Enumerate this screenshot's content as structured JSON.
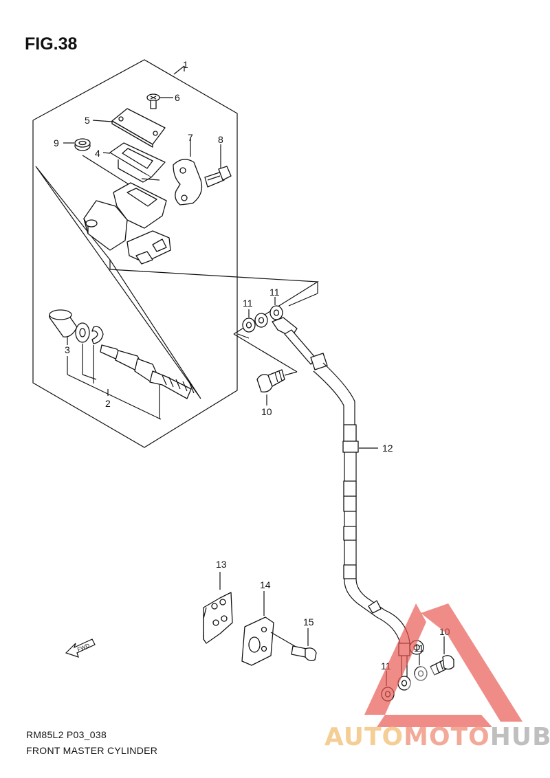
{
  "figure": {
    "title": "FIG.38",
    "model_code": "RM85L2 P03_038",
    "assembly_name": "FRONT MASTER CYLINDER"
  },
  "callouts": [
    {
      "id": "1",
      "label": "1"
    },
    {
      "id": "2",
      "label": "2"
    },
    {
      "id": "3",
      "label": "3"
    },
    {
      "id": "4",
      "label": "4"
    },
    {
      "id": "5",
      "label": "5"
    },
    {
      "id": "6",
      "label": "6"
    },
    {
      "id": "7",
      "label": "7"
    },
    {
      "id": "8",
      "label": "8"
    },
    {
      "id": "9",
      "label": "9"
    },
    {
      "id": "10a",
      "label": "10"
    },
    {
      "id": "10b",
      "label": "10"
    },
    {
      "id": "11a",
      "label": "11"
    },
    {
      "id": "11b",
      "label": "11"
    },
    {
      "id": "11c",
      "label": "11"
    },
    {
      "id": "11d",
      "label": "11"
    },
    {
      "id": "12",
      "label": "12"
    },
    {
      "id": "13",
      "label": "13"
    },
    {
      "id": "14",
      "label": "14"
    },
    {
      "id": "15",
      "label": "15"
    }
  ],
  "direction_marker": {
    "label": "FWD",
    "icon": "forward-arrow-icon"
  },
  "watermark": {
    "text_part1": "AUTO",
    "text_part2": "MOTO",
    "text_part3": "HUB",
    "colors": {
      "part1": "#f3c98a",
      "part2": "#f2a08c",
      "part3": "#b9b9b9",
      "logo": "#e8564f"
    }
  },
  "colors": {
    "line": "#111111",
    "background": "#ffffff"
  }
}
